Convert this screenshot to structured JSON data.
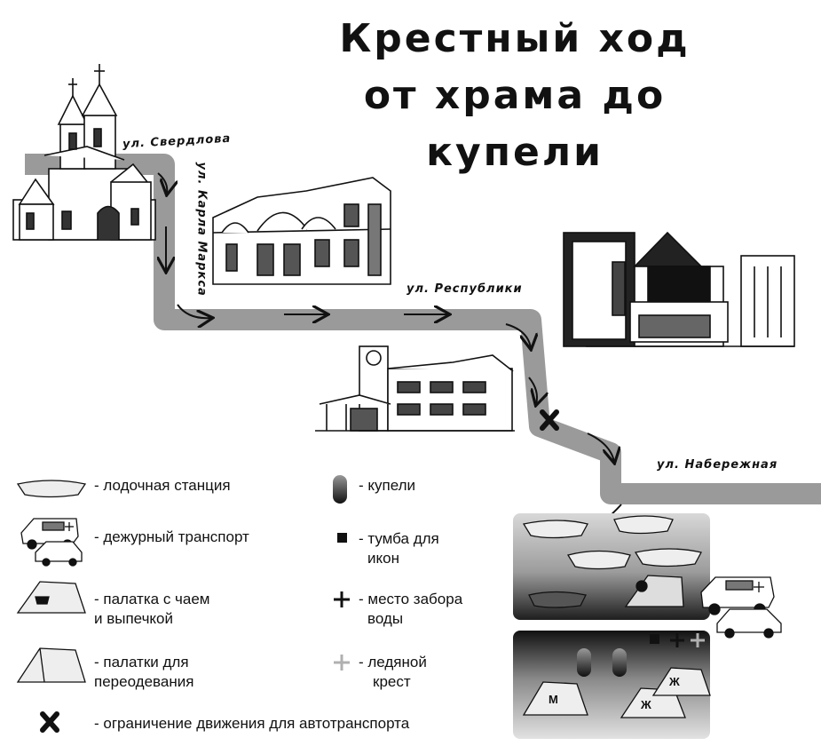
{
  "title": {
    "line1": "Крестный ход",
    "line2": "от храма до",
    "line3": "купели"
  },
  "streets": {
    "sverdlova": "ул. Свердлова",
    "karla_marksa": "ул. Карла Маркса",
    "respubliki": "ул. Республики",
    "naberezhnaya": "ул. Набережная"
  },
  "legend": {
    "boat_station": "- лодочная станция",
    "duty_transport": "- дежурный транспорт",
    "tea_tent_1": "- палатка с чаем",
    "tea_tent_2": "и выпечкой",
    "change_tent_1": "- палатки для",
    "change_tent_2": "переодевания",
    "traffic_restriction": "- ограничение движения для автотранспорта",
    "font_1": "- купели",
    "icon_stand_1": "- тумба для",
    "icon_stand_2": "икон",
    "water_point_1": "- место забора",
    "water_point_2": "воды",
    "ice_cross_1": "- ледяной",
    "ice_cross_2": "крест"
  },
  "tent_marks": {
    "men": "М",
    "women_a": "Ж",
    "women_b": "Ж"
  },
  "icons": {
    "boat": "boat-icon",
    "ambulance": "ambulance-icon",
    "car": "car-icon",
    "tent_tea": "tea-tent-icon",
    "tent": "tent-icon",
    "restriction": "cross-mark-icon",
    "font": "font-pool-icon",
    "stand": "square-icon",
    "water": "plus-icon",
    "ice_cross": "light-plus-icon"
  },
  "colors": {
    "route": "#9a9a9a",
    "ink": "#111111",
    "ice_cross": "#b0b0b0"
  }
}
